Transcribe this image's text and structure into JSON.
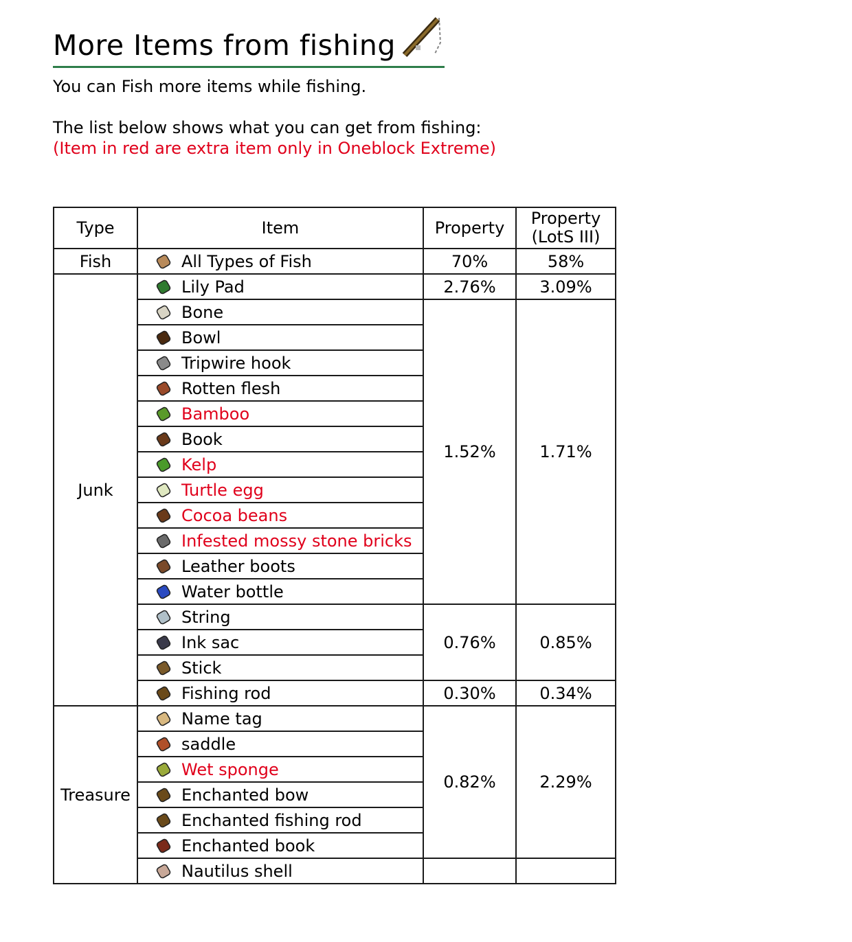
{
  "header": {
    "title": "More Items from fishing",
    "subtitle": "You can Fish more items while fishing.",
    "list_intro": "The list below shows what you can get from fishing:",
    "note": "(Item in red are extra item only in Oneblock Extreme)"
  },
  "colors": {
    "accent_underline": "#2e7d4a",
    "extra_item": "#e0001b"
  },
  "table": {
    "headers": {
      "type": "Type",
      "item": "Item",
      "property": "Property",
      "property_lots": "Property (LotS III)"
    },
    "groups": [
      {
        "type": "Fish",
        "blocks": [
          {
            "property": "70%",
            "property_lots": "58%",
            "items": [
              {
                "name": "All Types of Fish",
                "extra": false,
                "icon": "fish-icon",
                "color": "#b88a5a"
              }
            ]
          }
        ]
      },
      {
        "type": "Junk",
        "blocks": [
          {
            "property": "2.76%",
            "property_lots": "3.09%",
            "items": [
              {
                "name": "Lily Pad",
                "extra": false,
                "icon": "lily-pad-icon",
                "color": "#2f7a2f"
              }
            ]
          },
          {
            "property": "1.52%",
            "property_lots": "1.71%",
            "items": [
              {
                "name": "Bone",
                "extra": false,
                "icon": "bone-icon",
                "color": "#d8d4c4"
              },
              {
                "name": "Bowl",
                "extra": false,
                "icon": "bowl-icon",
                "color": "#4a2a10"
              },
              {
                "name": "Tripwire hook",
                "extra": false,
                "icon": "tripwire-hook-icon",
                "color": "#8a8a8a"
              },
              {
                "name": "Rotten flesh",
                "extra": false,
                "icon": "rotten-flesh-icon",
                "color": "#9a4a2a"
              },
              {
                "name": "Bamboo",
                "extra": true,
                "icon": "bamboo-icon",
                "color": "#5a9a2a"
              },
              {
                "name": "Book",
                "extra": false,
                "icon": "book-icon",
                "color": "#6a3a1a"
              },
              {
                "name": "Kelp",
                "extra": true,
                "icon": "kelp-icon",
                "color": "#4a9a2a"
              },
              {
                "name": "Turtle egg",
                "extra": true,
                "icon": "turtle-egg-icon",
                "color": "#dfe8c0"
              },
              {
                "name": "Cocoa beans",
                "extra": true,
                "icon": "cocoa-beans-icon",
                "color": "#6a3a1a"
              },
              {
                "name": "Infested mossy stone bricks",
                "extra": true,
                "icon": "mossy-stone-bricks-icon",
                "color": "#6a6a6a"
              },
              {
                "name": "Leather boots",
                "extra": false,
                "icon": "leather-boots-icon",
                "color": "#7a4a2a"
              },
              {
                "name": "Water bottle",
                "extra": false,
                "icon": "water-bottle-icon",
                "color": "#2a4ac0"
              }
            ]
          },
          {
            "property": "0.76%",
            "property_lots": "0.85%",
            "items": [
              {
                "name": "String",
                "extra": false,
                "icon": "string-icon",
                "color": "#b0c0c8"
              },
              {
                "name": "Ink sac",
                "extra": false,
                "icon": "ink-sac-icon",
                "color": "#3a3a4a"
              },
              {
                "name": "Stick",
                "extra": false,
                "icon": "stick-icon",
                "color": "#7a5a2a"
              }
            ]
          },
          {
            "property": "0.30%",
            "property_lots": "0.34%",
            "items": [
              {
                "name": "Fishing rod",
                "extra": false,
                "icon": "fishing-rod-icon",
                "color": "#6a4a1a"
              }
            ]
          }
        ]
      },
      {
        "type": "Treasure",
        "blocks": [
          {
            "property": "0.82%",
            "property_lots": "2.29%",
            "items": [
              {
                "name": "Name tag",
                "extra": false,
                "icon": "name-tag-icon",
                "color": "#d8b880"
              },
              {
                "name": "saddle",
                "extra": false,
                "icon": "saddle-icon",
                "color": "#b0502a"
              },
              {
                "name": "Wet sponge",
                "extra": true,
                "icon": "wet-sponge-icon",
                "color": "#9aaa3a"
              },
              {
                "name": "Enchanted bow",
                "extra": false,
                "icon": "enchanted-bow-icon",
                "color": "#6a4a1a"
              },
              {
                "name": "Enchanted fishing rod",
                "extra": false,
                "icon": "enchanted-fishing-rod-icon",
                "color": "#6a4a1a"
              },
              {
                "name": "Enchanted book",
                "extra": false,
                "icon": "enchanted-book-icon",
                "color": "#7a2a1a"
              }
            ]
          },
          {
            "property": "",
            "property_lots": "",
            "items": [
              {
                "name": "Nautilus shell",
                "extra": false,
                "icon": "nautilus-shell-icon",
                "color": "#c8a898"
              }
            ]
          }
        ]
      }
    ]
  }
}
